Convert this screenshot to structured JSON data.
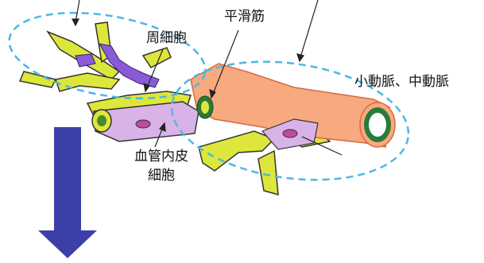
{
  "labels": {
    "pericyte": "周細胞",
    "smooth_muscle": "平滑筋",
    "artery": "小動脈、中動脈",
    "endothelial_line1": "血管内皮",
    "endothelial_line2": "細胞"
  },
  "colors": {
    "capillary": "#dde63a",
    "capillary_outline": "#222222",
    "artery": "#f7a97f",
    "artery_outline": "#d86a3f",
    "smooth_muscle_ring": "#2a7a3a",
    "pericyte": "#8a5bd6",
    "endothelial": "#d9b3e8",
    "dashed_circle": "#4bb8e6",
    "arrow": "#3d3fa8"
  }
}
